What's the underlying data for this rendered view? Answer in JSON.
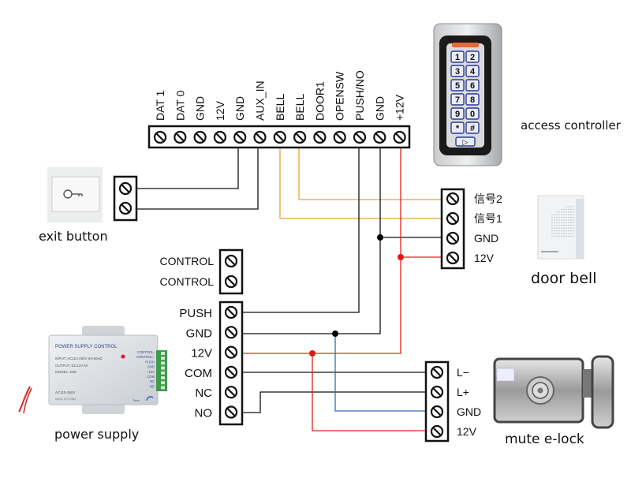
{
  "title": "Access control wiring diagram",
  "colors": {
    "wire_black": "#111111",
    "wire_red": "#e0201c",
    "wire_orange": "#e8a23a",
    "wire_blue": "#2d6fb4",
    "junction_black": "#000000",
    "junction_red": "#ee1111"
  },
  "controller": {
    "caption": "access controller",
    "terminals": [
      "DAT 1",
      "DAT 0",
      "GND",
      "12V",
      "GND",
      "AUX_IN",
      "BELL",
      "BELL",
      "DOOR1",
      "OPENSW",
      "PUSH/NO",
      "GND",
      "+12V"
    ],
    "keypad_keys": [
      "1",
      "2",
      "3",
      "4",
      "5",
      "6",
      "7",
      "8",
      "9",
      "0",
      "*",
      "#"
    ],
    "enter_key": "▷"
  },
  "exit_button": {
    "caption": "exit button",
    "terminals": [
      "",
      ""
    ]
  },
  "door_bell": {
    "caption": "door bell",
    "terminals": [
      "信号2",
      "信号1",
      "GND",
      "12V"
    ]
  },
  "power_supply": {
    "caption": "power supply",
    "control_terminals": [
      "CONTROL",
      "CONTROL"
    ],
    "terminals": [
      "PUSH",
      "GND",
      "12V",
      "COM",
      "NC",
      "NO"
    ],
    "device_label": "POWER SUPPLY CONTROL",
    "device_lines": [
      "INPUT: AC110-260V 50-60HZ",
      "OUTPUT: DC12V 5A",
      "MODEL: K80",
      "AC110-260V",
      "MADE IN CHINA"
    ],
    "device_side_labels": [
      "CONTROL-",
      "CONTROL+",
      "PUSH",
      "GND",
      "+12V",
      "COM",
      "NC",
      "NO"
    ],
    "device_time_label": "Time"
  },
  "e_lock": {
    "caption": "mute e-lock",
    "terminals": [
      "L−",
      "L+",
      "GND",
      "12V"
    ]
  }
}
